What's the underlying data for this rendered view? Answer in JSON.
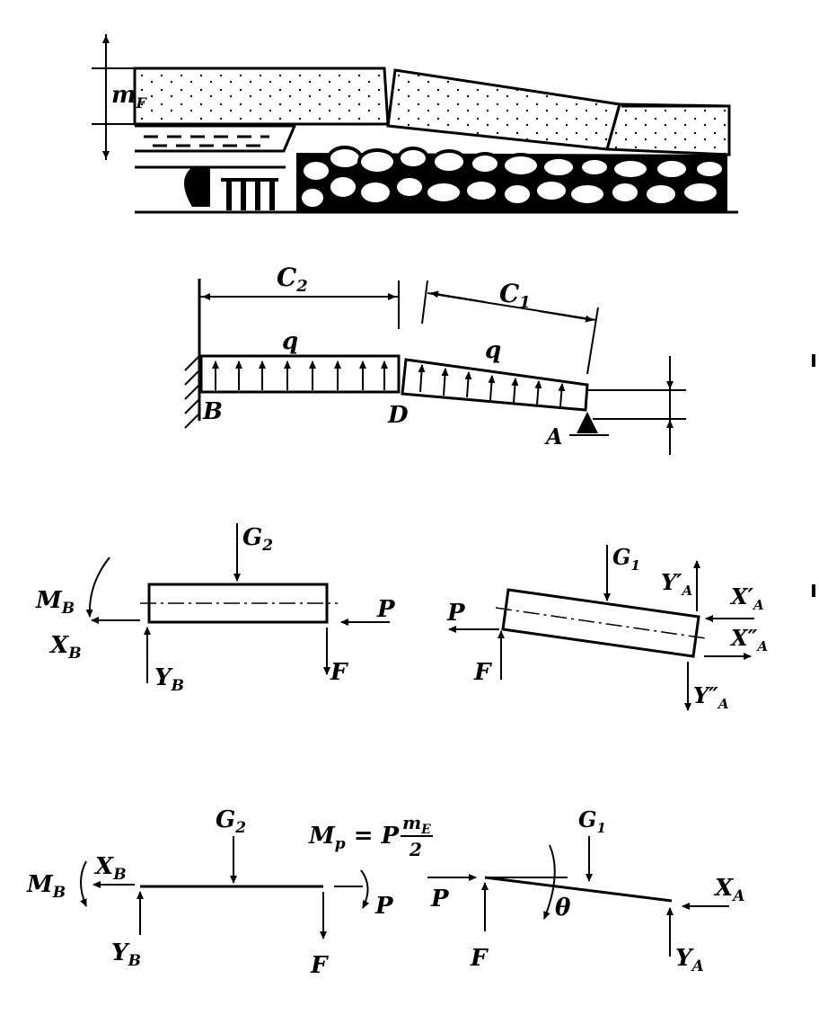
{
  "diagram": {
    "fig1": {
      "m_label": "m",
      "m_sub": "F"
    },
    "fig2": {
      "c2": "C",
      "c2_sub": "2",
      "c1": "C",
      "c1_sub": "1",
      "q_left": "q",
      "q_right": "q",
      "B": "B",
      "D": "D",
      "A": "A"
    },
    "fig3_left": {
      "G2": "G",
      "G2_sub": "2",
      "MB": "M",
      "MB_sub": "B",
      "XB": "X",
      "XB_sub": "B",
      "YB": "Y",
      "YB_sub": "B",
      "P": "P",
      "F": "F"
    },
    "fig3_right": {
      "G1": "G",
      "G1_sub": "1",
      "YA1": "Y′",
      "YA1_sub": "A",
      "XA1": "X′",
      "XA1_sub": "A",
      "XA2": "X″",
      "XA2_sub": "A",
      "YA2": "Y″",
      "YA2_sub": "A",
      "P": "P",
      "F": "F"
    },
    "fig4_left": {
      "G2": "G",
      "G2_sub": "2",
      "MB": "M",
      "MB_sub": "B",
      "XB": "X",
      "XB_sub": "B",
      "YB": "Y",
      "YB_sub": "B",
      "F": "F",
      "P": "P",
      "Mp_eq": "M",
      "Mp_sub": "p",
      "Mp_rest": " = P",
      "frac_num": "m",
      "frac_num_sub": "E",
      "frac_den": "2"
    },
    "fig4_right": {
      "G1": "G",
      "G1_sub": "1",
      "P": "P",
      "F": "F",
      "theta": "θ",
      "XA": "X",
      "XA_sub": "A",
      "YA": "Y",
      "YA_sub": "A"
    }
  }
}
